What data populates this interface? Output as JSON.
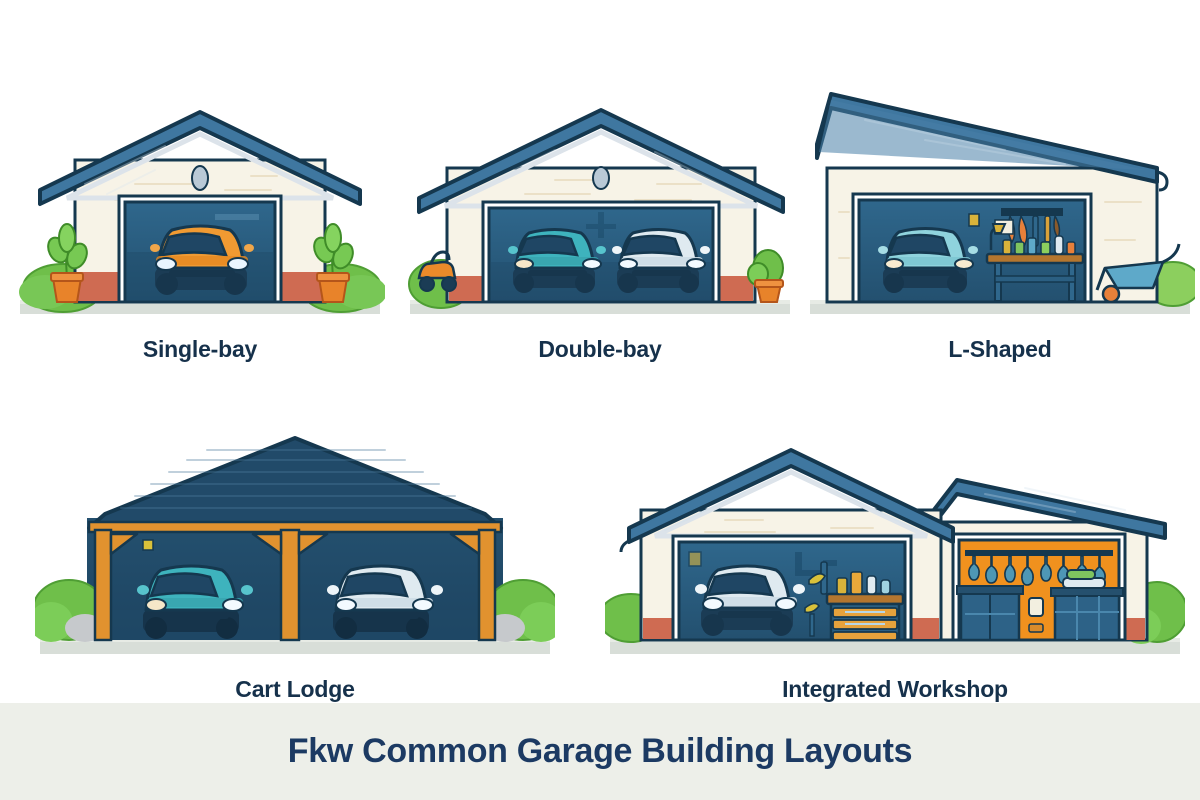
{
  "page": {
    "background_color": "#ffffff",
    "footer_band_color": "#edefe9",
    "footer_title": "Fkw Common Garage Building Layouts",
    "title_color": "#1c3a63",
    "caption_color": "#16314b"
  },
  "palette": {
    "roof_blue": "#3f77a0",
    "roof_dark_blue": "#2d6287",
    "outline_navy": "#15384f",
    "facade_cream": "#f7f3e7",
    "facade_shadow": "#e9e4d4",
    "soffit_grey": "#dce3ea",
    "interior_blue": "#2b5f82",
    "interior_blue_dark": "#224f70",
    "door_frame_white": "#ffffff",
    "brick_red": "#cf6b52",
    "ground_grey": "#d8ded8",
    "bush_green": "#6fbf4a",
    "bush_green_dark": "#4f9e34",
    "pot_orange": "#e8832a",
    "car_orange": "#f09a32",
    "car_teal": "#3eb3bd",
    "car_white": "#dfeaf0",
    "car_pale_teal": "#8fd3dd",
    "glass_navy": "#1f4664",
    "headlight": "#eaf6ff",
    "timber_orange": "#e1922f",
    "workshop_orange": "#f0911e",
    "cabinet_blue": "#2d6287",
    "wood_bench": "#8a5a2b",
    "bench_top": "#b4762f"
  },
  "row1": [
    {
      "id": "single-bay",
      "caption": "Single-bay",
      "type": "gable-single",
      "cars": [
        {
          "color_name": "orange",
          "color": "#f09a32"
        }
      ],
      "props": [
        "potted-plant-left",
        "potted-plant-right",
        "bush-left",
        "bush-right",
        "brick-base"
      ]
    },
    {
      "id": "double-bay",
      "caption": "Double-bay",
      "type": "gable-double",
      "cars": [
        {
          "color_name": "teal",
          "color": "#3eb3bd"
        },
        {
          "color_name": "white",
          "color": "#dfeaf0"
        }
      ],
      "props": [
        "ride-on-toy-left",
        "bush-left",
        "potted-plant-right",
        "brick-base"
      ]
    },
    {
      "id": "l-shaped",
      "caption": "L-Shaped",
      "type": "mono-pitch",
      "cars": [
        {
          "color_name": "pale-teal",
          "color": "#8fd3dd"
        }
      ],
      "props": [
        "workbench",
        "pegboard-tools",
        "wheelbarrow-right",
        "bush-right"
      ]
    }
  ],
  "row2": [
    {
      "id": "cart-lodge",
      "caption": "Cart Lodge",
      "type": "open-carport",
      "cars": [
        {
          "color_name": "teal",
          "color": "#3eb3bd"
        },
        {
          "color_name": "white",
          "color": "#dfeaf0"
        }
      ],
      "props": [
        "timber-posts",
        "timber-braces",
        "bush-left",
        "bush-right"
      ]
    },
    {
      "id": "integrated-workshop",
      "caption": "Integrated Workshop",
      "type": "gable-plus-wing",
      "cars": [
        {
          "color_name": "white",
          "color": "#dfeaf0"
        }
      ],
      "props": [
        "tool-chest",
        "orange-workshop-wall",
        "hanging-tools",
        "cabinets",
        "bush-left",
        "bush-right",
        "brick-base"
      ]
    }
  ]
}
